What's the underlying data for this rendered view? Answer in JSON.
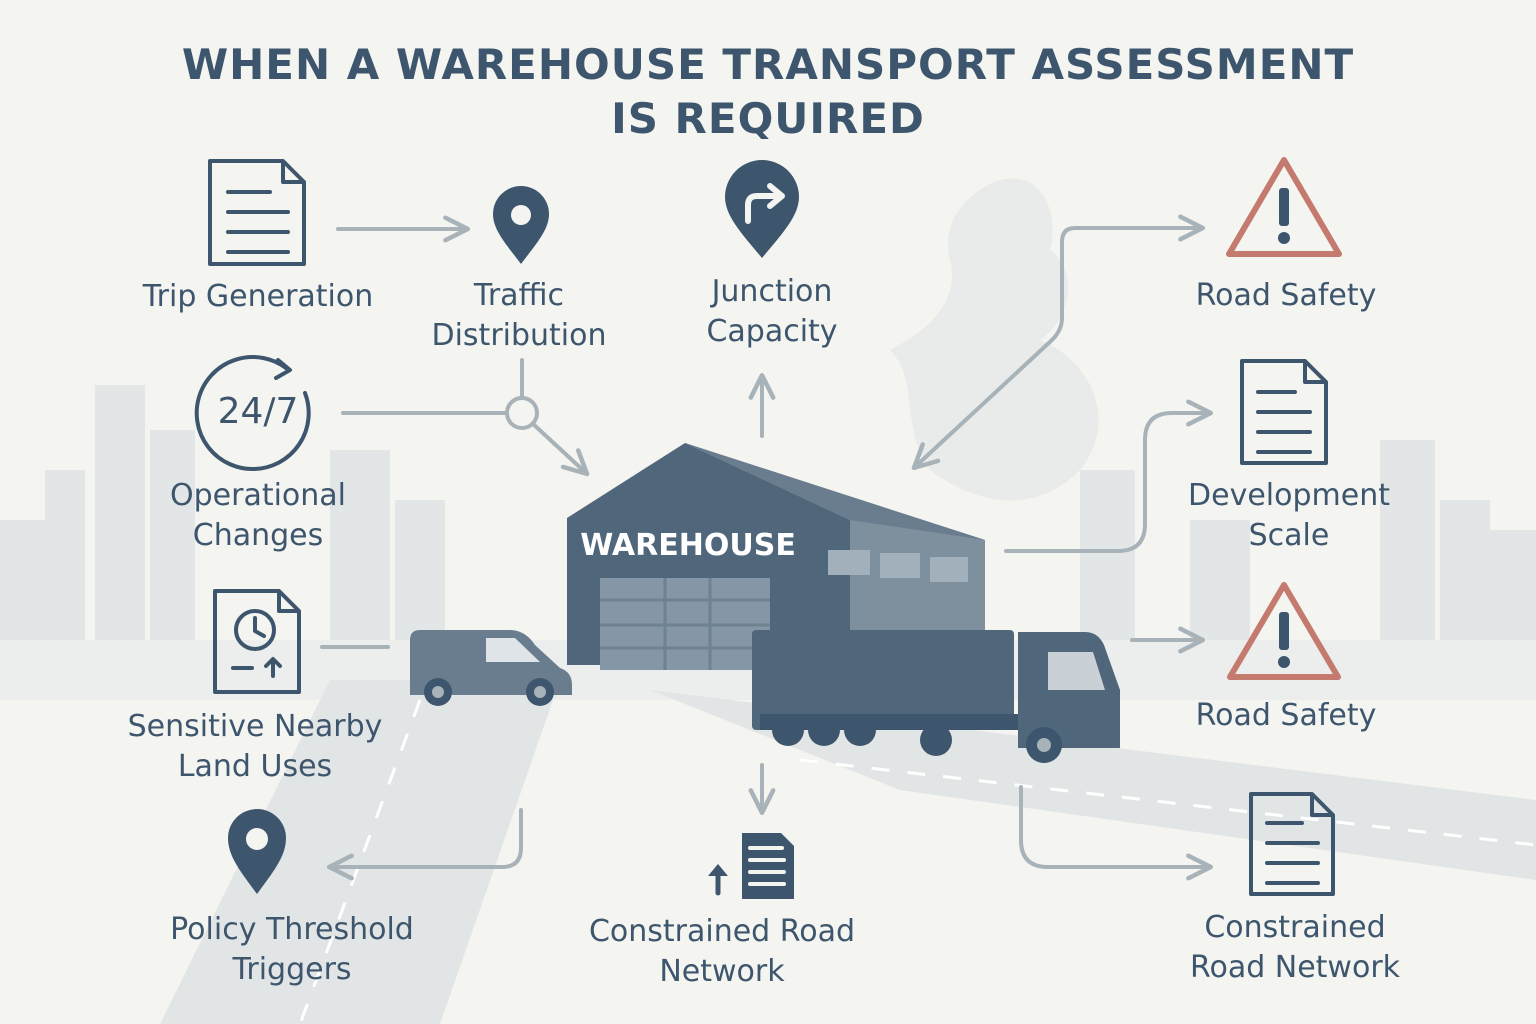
{
  "title": {
    "line1": "WHEN A WAREHOUSE TRANSPORT ASSESSMENT",
    "line2": "IS REQUIRED"
  },
  "warehouse_sign": "WAREHOUSE",
  "badge_247": "24/7",
  "labels": {
    "trip_generation": "Trip Generation",
    "traffic_distribution": [
      "Traffic",
      "Distribution"
    ],
    "junction_capacity": [
      "Junction",
      "Capacity"
    ],
    "road_safety_top": "Road Safety",
    "operational_changes": [
      "Operational",
      "Changes"
    ],
    "development_scale": [
      "Development",
      "Scale"
    ],
    "sensitive_land_uses": [
      "Sensitive Nearby",
      "Land Uses"
    ],
    "road_safety_mid": "Road Safety",
    "policy_threshold": [
      "Policy Threshold",
      "Triggers"
    ],
    "constrained_center": [
      "Constrained Road",
      "Network"
    ],
    "constrained_right": [
      "Constrained",
      "Road Network"
    ]
  },
  "icons": {
    "trip_generation": "document-icon",
    "traffic_distribution": "map-pin-icon",
    "junction_capacity": "turn-right-pin-icon",
    "road_safety_top": "warning-triangle-icon",
    "operational_changes": "clock-24-7-icon",
    "development_scale": "document-icon",
    "sensitive_land_uses": "document-clock-icon",
    "road_safety_mid": "warning-triangle-icon",
    "policy_threshold": "map-pin-icon",
    "constrained_center": "document-arrow-icon",
    "constrained_right": "document-icon"
  },
  "colors": {
    "primary": "#3e566d",
    "arrow": "#a7b2b9",
    "warning": "#c47a6e",
    "building": "#5c7186",
    "background": "#f4f4f1"
  }
}
